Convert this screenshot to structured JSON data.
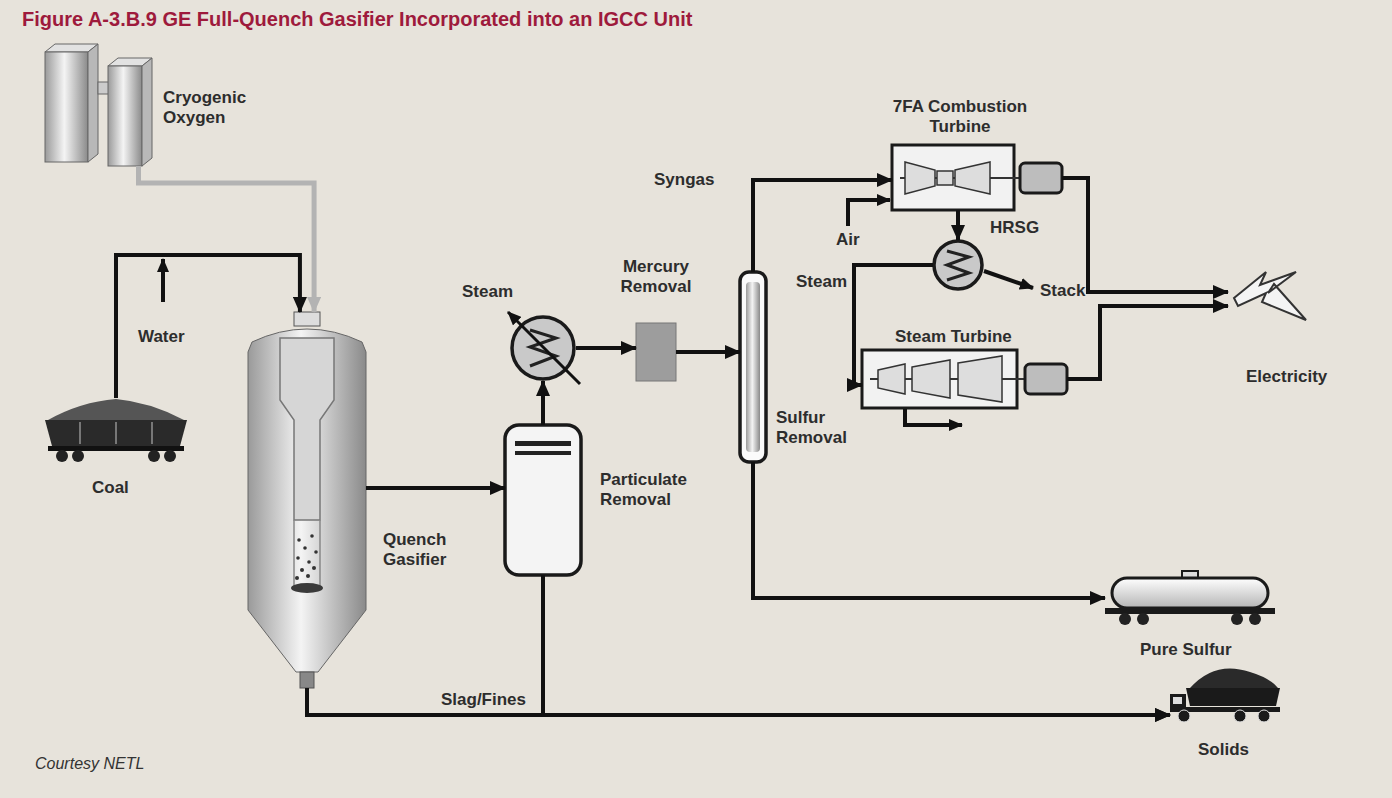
{
  "diagram": {
    "title": "Figure A-3.B.9 GE Full-Quench Gasifier Incorporated into an IGCC Unit",
    "caption": "Courtesy NETL",
    "nodes": [
      {
        "text": [
          "Cryogenic Oxygen"
        ]
      },
      {
        "text": [
          "Coal"
        ]
      },
      {
        "text": [
          "Quench Gasifier"
        ]
      },
      {
        "text": [
          "Particulate Removal"
        ]
      },
      {
        "text": [
          "Steam"
        ]
      },
      {
        "text": [
          "Mercury Removal"
        ]
      },
      {
        "text": [
          "Sulfur Removal"
        ]
      },
      {
        "text": [
          "7FA Combustion Turbine"
        ]
      },
      {
        "text": [
          "HRSG"
        ]
      },
      {
        "text": [
          "Steam Turbine"
        ]
      },
      {
        "text": [
          "Electricity"
        ]
      },
      {
        "text": [
          "Pure Sulfur"
        ]
      },
      {
        "text": [
          "Solids"
        ]
      }
    ],
    "edges": [
      {
        "from": 0,
        "to": 2,
        "arrow": "to"
      },
      {
        "from": 1,
        "to": 2,
        "arrow": "to"
      },
      {
        "from": 2,
        "to": 3,
        "arrow": "to"
      },
      {
        "from": 3,
        "to": 4,
        "arrow": "to"
      },
      {
        "from": 4,
        "to": 5,
        "arrow": "to"
      },
      {
        "from": 5,
        "to": 6,
        "arrow": "to"
      },
      {
        "from": 6,
        "to": 7,
        "label": "Syngas",
        "arrow": "to"
      },
      {
        "from": 7,
        "to": 8,
        "arrow": "to"
      },
      {
        "from": 8,
        "to": 9,
        "label": "Steam",
        "arrow": "to"
      },
      {
        "from": 7,
        "to": 10,
        "arrow": "to"
      },
      {
        "from": 9,
        "to": 10,
        "arrow": "to"
      },
      {
        "from": 6,
        "to": 11,
        "arrow": "to"
      },
      {
        "from": 2,
        "to": 12,
        "label": "Slag/Fines",
        "arrow": "to"
      },
      {
        "from": 3,
        "to": 12,
        "arrow": "to"
      }
    ],
    "labels": [
      "Water",
      "Air",
      "Stack"
    ]
  }
}
